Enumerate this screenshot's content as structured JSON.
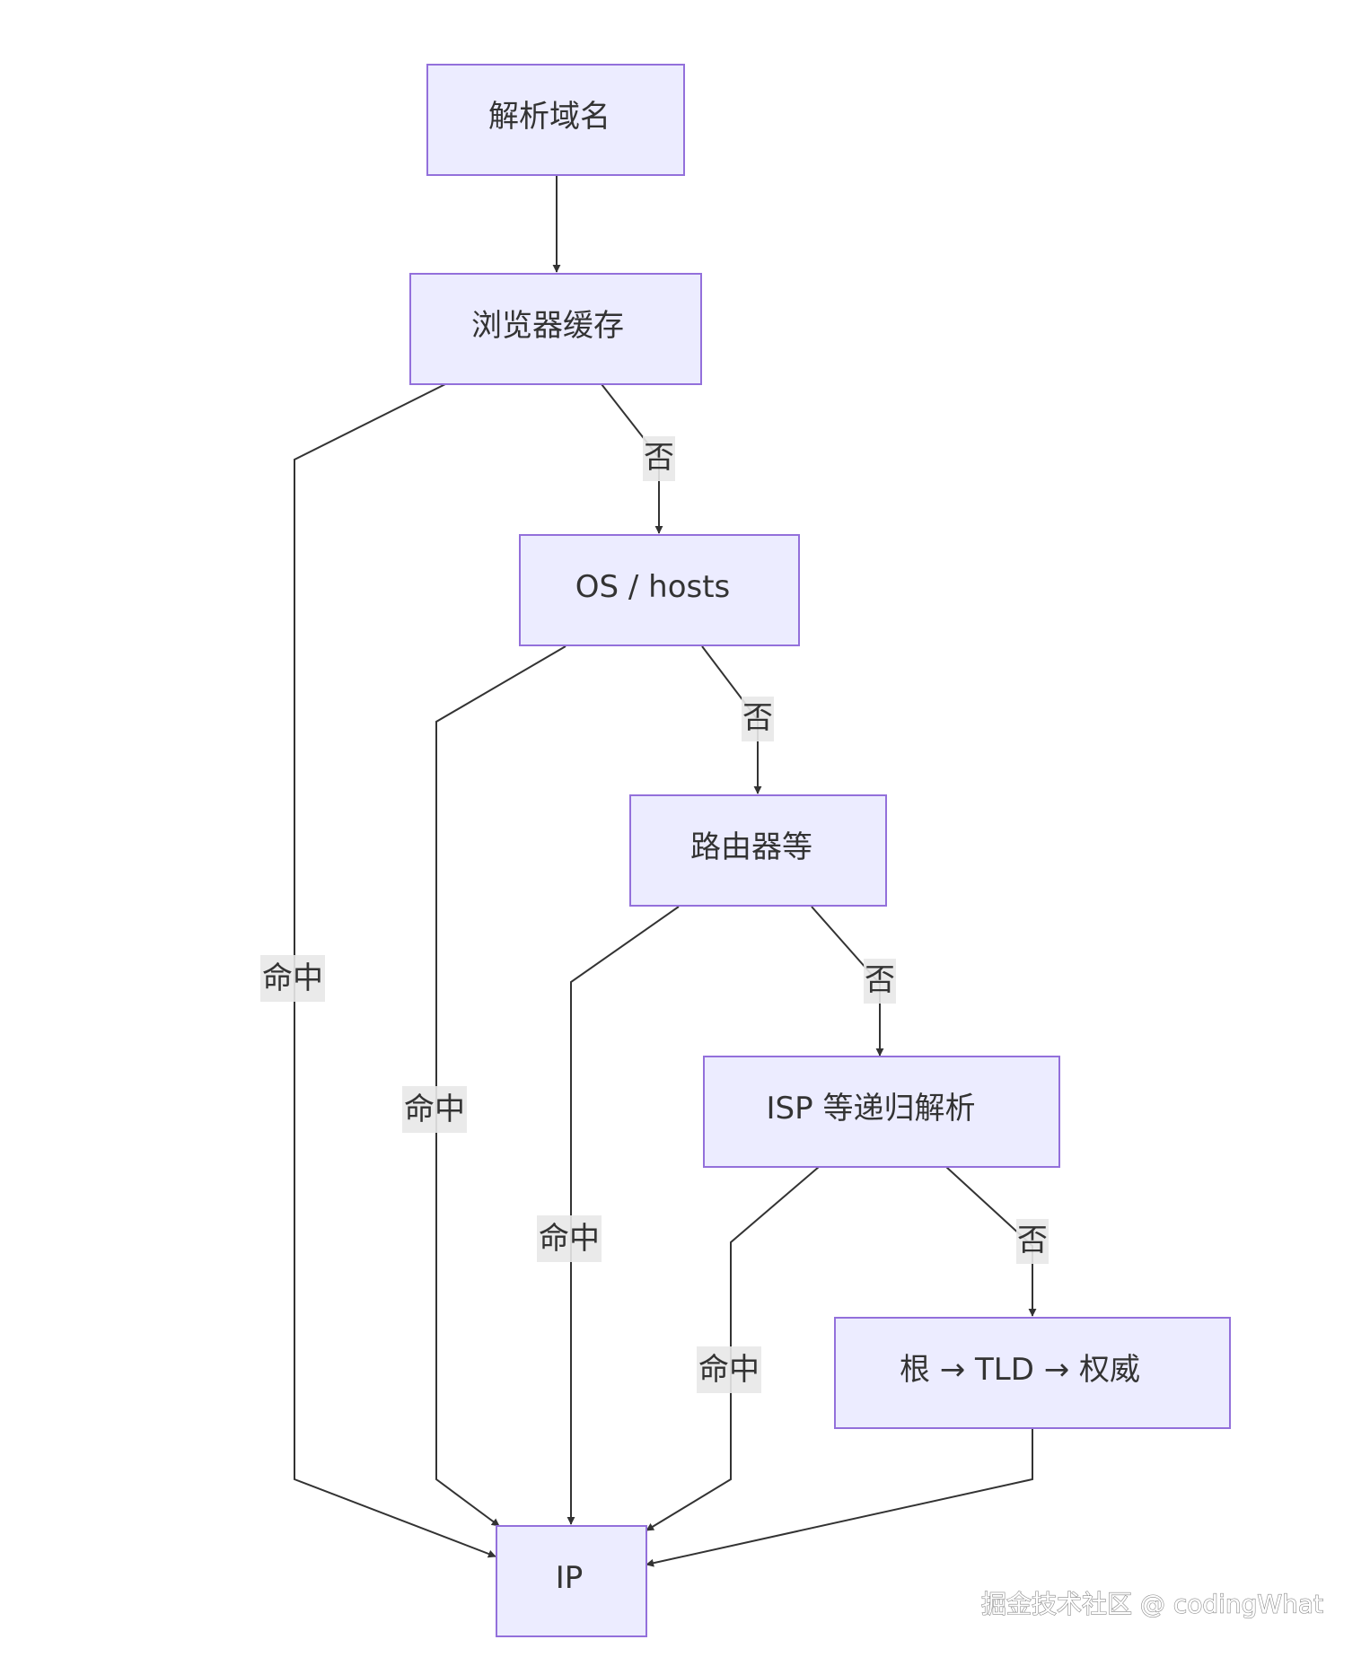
{
  "nodes": {
    "resolve_domain": "解析域名",
    "browser_cache": "浏览器缓存",
    "os_hosts": "OS / hosts",
    "router": "路由器等",
    "isp": "ISP 等递归解析",
    "root_tld": "根 → TLD → 权威",
    "ip": "IP"
  },
  "edge_labels": {
    "miss": "否",
    "hit": "命中"
  },
  "watermark": "掘金技术社区 @ codingWhat",
  "colors": {
    "node_fill": "#ececff",
    "node_stroke": "#9370db",
    "edge": "#333333",
    "label_bg": "#e8e8e8",
    "text": "#333333"
  }
}
